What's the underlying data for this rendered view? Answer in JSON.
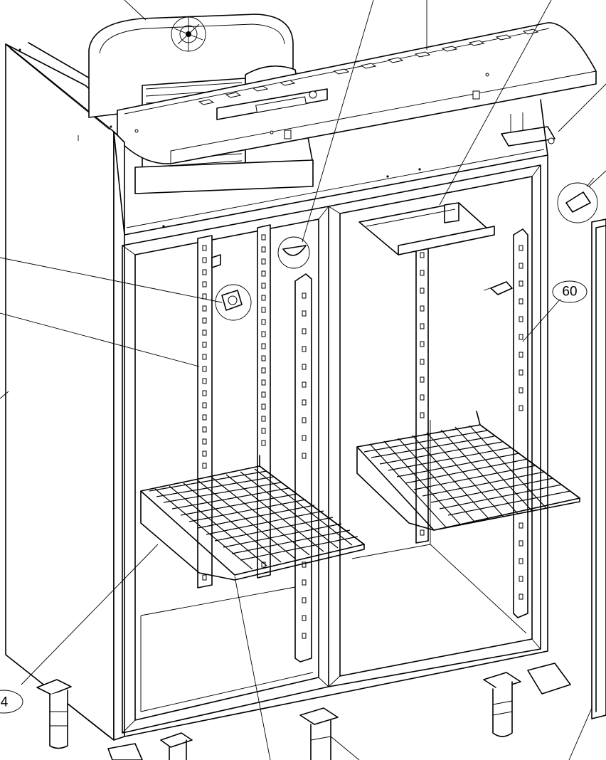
{
  "callouts": [
    {
      "id": "c60",
      "text": "60"
    },
    {
      "id": "c14",
      "text": "4"
    }
  ]
}
